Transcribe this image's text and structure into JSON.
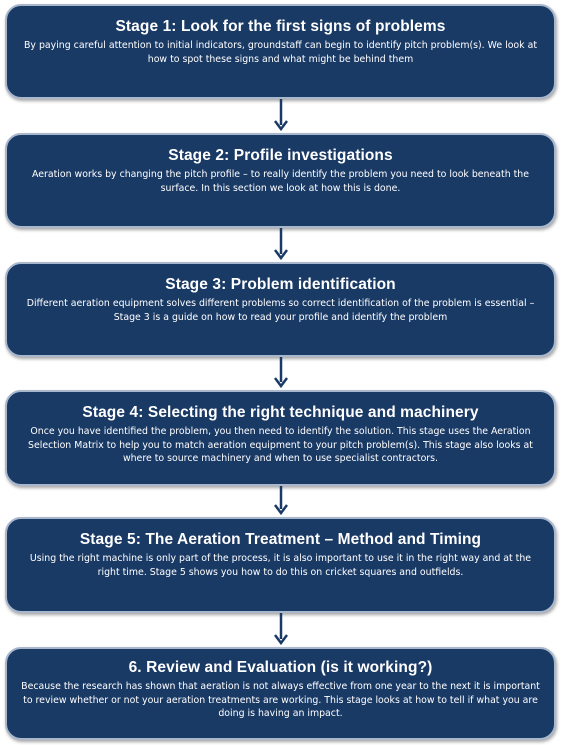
{
  "stages": [
    {
      "title": "Stage 1: Look for the first signs of problems",
      "desc": "By paying careful attention to initial indicators, groundstaff can begin to identify pitch problem(s).  We look at how to spot these signs and what might be behind them"
    },
    {
      "title": "Stage 2: Profile investigations",
      "desc": "Aeration works by changing the pitch profile – to really identify the problem you need to look beneath the surface.  In this section we look at how this is done."
    },
    {
      "title": "Stage 3: Problem identification",
      "desc": "Different aeration equipment solves different problems so correct identification of the problem is essential – Stage 3 is a guide on how to read your profile and identify the problem"
    },
    {
      "title": "Stage 4: Selecting the right technique and machinery",
      "desc": "Once you have identified the problem, you then need to identify the solution.  This stage uses the Aeration Selection Matrix to help you to match aeration equipment to your pitch problem(s). This stage also looks at where to source machinery and when to use specialist contractors."
    },
    {
      "title": "Stage 5: The Aeration Treatment – Method and Timing",
      "desc": "Using the right machine is only part of the process, it is also important to use it in the right way and at the right time.  Stage 5 shows you how to do this on cricket squares and outfields."
    },
    {
      "title": "6. Review and Evaluation (is it working?)",
      "desc": "Because the research has shown that aeration is not always effective from one year to the next it is important to review whether or not your aeration treatments are working. This stage looks at how to tell if what you are doing is having an impact."
    }
  ],
  "colors": {
    "box_fill": "#1a3a66",
    "box_border": "#a9b7cc",
    "arrow": "#1a3a66"
  }
}
